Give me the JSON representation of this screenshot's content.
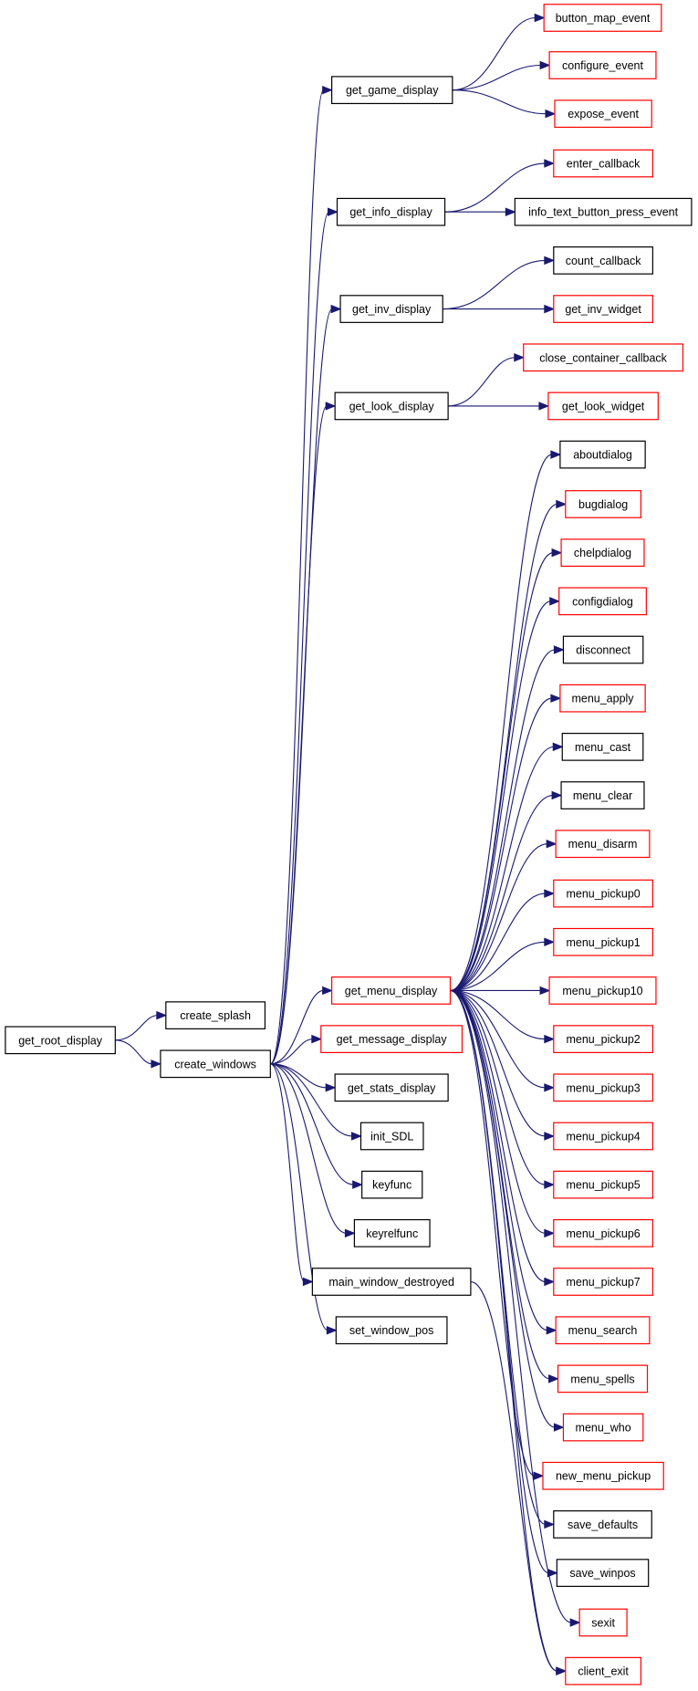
{
  "colors": {
    "edge": "#191970",
    "node_border_default": "#000000",
    "node_border_truncated": "#ff0000",
    "root_fill": "#bfbfbf",
    "background": "#ffffff"
  },
  "nodes": [
    {
      "id": "get_root_display",
      "label": "get_root_display",
      "style": "root"
    },
    {
      "id": "create_splash",
      "label": "create_splash",
      "style": "normal"
    },
    {
      "id": "create_windows",
      "label": "create_windows",
      "style": "normal"
    },
    {
      "id": "get_game_display",
      "label": "get_game_display",
      "style": "normal"
    },
    {
      "id": "get_info_display",
      "label": "get_info_display",
      "style": "normal"
    },
    {
      "id": "get_inv_display",
      "label": "get_inv_display",
      "style": "normal"
    },
    {
      "id": "get_look_display",
      "label": "get_look_display",
      "style": "normal"
    },
    {
      "id": "get_menu_display",
      "label": "get_menu_display",
      "style": "truncated"
    },
    {
      "id": "get_message_display",
      "label": "get_message_display",
      "style": "truncated"
    },
    {
      "id": "get_stats_display",
      "label": "get_stats_display",
      "style": "normal"
    },
    {
      "id": "init_SDL",
      "label": "init_SDL",
      "style": "normal"
    },
    {
      "id": "keyfunc",
      "label": "keyfunc",
      "style": "normal"
    },
    {
      "id": "keyrelfunc",
      "label": "keyrelfunc",
      "style": "normal"
    },
    {
      "id": "main_window_destroyed",
      "label": "main_window_destroyed",
      "style": "normal"
    },
    {
      "id": "set_window_pos",
      "label": "set_window_pos",
      "style": "normal"
    },
    {
      "id": "button_map_event",
      "label": "button_map_event",
      "style": "truncated"
    },
    {
      "id": "configure_event",
      "label": "configure_event",
      "style": "truncated"
    },
    {
      "id": "expose_event",
      "label": "expose_event",
      "style": "truncated"
    },
    {
      "id": "enter_callback",
      "label": "enter_callback",
      "style": "truncated"
    },
    {
      "id": "info_text_button_press_event",
      "label": "info_text_button_press_event",
      "style": "normal"
    },
    {
      "id": "count_callback",
      "label": "count_callback",
      "style": "normal"
    },
    {
      "id": "get_inv_widget",
      "label": "get_inv_widget",
      "style": "truncated"
    },
    {
      "id": "close_container_callback",
      "label": "close_container_callback",
      "style": "truncated"
    },
    {
      "id": "get_look_widget",
      "label": "get_look_widget",
      "style": "truncated"
    },
    {
      "id": "aboutdialog",
      "label": "aboutdialog",
      "style": "normal"
    },
    {
      "id": "bugdialog",
      "label": "bugdialog",
      "style": "truncated"
    },
    {
      "id": "chelpdialog",
      "label": "chelpdialog",
      "style": "truncated"
    },
    {
      "id": "configdialog",
      "label": "configdialog",
      "style": "truncated"
    },
    {
      "id": "disconnect",
      "label": "disconnect",
      "style": "normal"
    },
    {
      "id": "menu_apply",
      "label": "menu_apply",
      "style": "truncated"
    },
    {
      "id": "menu_cast",
      "label": "menu_cast",
      "style": "normal"
    },
    {
      "id": "menu_clear",
      "label": "menu_clear",
      "style": "normal"
    },
    {
      "id": "menu_disarm",
      "label": "menu_disarm",
      "style": "truncated"
    },
    {
      "id": "menu_pickup0",
      "label": "menu_pickup0",
      "style": "truncated"
    },
    {
      "id": "menu_pickup1",
      "label": "menu_pickup1",
      "style": "truncated"
    },
    {
      "id": "menu_pickup10",
      "label": "menu_pickup10",
      "style": "truncated"
    },
    {
      "id": "menu_pickup2",
      "label": "menu_pickup2",
      "style": "truncated"
    },
    {
      "id": "menu_pickup3",
      "label": "menu_pickup3",
      "style": "truncated"
    },
    {
      "id": "menu_pickup4",
      "label": "menu_pickup4",
      "style": "truncated"
    },
    {
      "id": "menu_pickup5",
      "label": "menu_pickup5",
      "style": "truncated"
    },
    {
      "id": "menu_pickup6",
      "label": "menu_pickup6",
      "style": "truncated"
    },
    {
      "id": "menu_pickup7",
      "label": "menu_pickup7",
      "style": "truncated"
    },
    {
      "id": "menu_search",
      "label": "menu_search",
      "style": "truncated"
    },
    {
      "id": "menu_spells",
      "label": "menu_spells",
      "style": "truncated"
    },
    {
      "id": "menu_who",
      "label": "menu_who",
      "style": "truncated"
    },
    {
      "id": "new_menu_pickup",
      "label": "new_menu_pickup",
      "style": "truncated"
    },
    {
      "id": "save_defaults",
      "label": "save_defaults",
      "style": "normal"
    },
    {
      "id": "save_winpos",
      "label": "save_winpos",
      "style": "normal"
    },
    {
      "id": "sexit",
      "label": "sexit",
      "style": "truncated"
    },
    {
      "id": "client_exit",
      "label": "client_exit",
      "style": "truncated"
    }
  ],
  "edges": [
    [
      "get_root_display",
      "create_splash"
    ],
    [
      "get_root_display",
      "create_windows"
    ],
    [
      "create_windows",
      "get_game_display"
    ],
    [
      "create_windows",
      "get_info_display"
    ],
    [
      "create_windows",
      "get_inv_display"
    ],
    [
      "create_windows",
      "get_look_display"
    ],
    [
      "create_windows",
      "get_menu_display"
    ],
    [
      "create_windows",
      "get_message_display"
    ],
    [
      "create_windows",
      "get_stats_display"
    ],
    [
      "create_windows",
      "init_SDL"
    ],
    [
      "create_windows",
      "keyfunc"
    ],
    [
      "create_windows",
      "keyrelfunc"
    ],
    [
      "create_windows",
      "main_window_destroyed"
    ],
    [
      "create_windows",
      "set_window_pos"
    ],
    [
      "get_game_display",
      "button_map_event"
    ],
    [
      "get_game_display",
      "configure_event"
    ],
    [
      "get_game_display",
      "expose_event"
    ],
    [
      "get_info_display",
      "enter_callback"
    ],
    [
      "get_info_display",
      "info_text_button_press_event"
    ],
    [
      "get_inv_display",
      "count_callback"
    ],
    [
      "get_inv_display",
      "get_inv_widget"
    ],
    [
      "get_look_display",
      "close_container_callback"
    ],
    [
      "get_look_display",
      "get_look_widget"
    ],
    [
      "get_menu_display",
      "aboutdialog"
    ],
    [
      "get_menu_display",
      "bugdialog"
    ],
    [
      "get_menu_display",
      "chelpdialog"
    ],
    [
      "get_menu_display",
      "configdialog"
    ],
    [
      "get_menu_display",
      "disconnect"
    ],
    [
      "get_menu_display",
      "menu_apply"
    ],
    [
      "get_menu_display",
      "menu_cast"
    ],
    [
      "get_menu_display",
      "menu_clear"
    ],
    [
      "get_menu_display",
      "menu_disarm"
    ],
    [
      "get_menu_display",
      "menu_pickup0"
    ],
    [
      "get_menu_display",
      "menu_pickup1"
    ],
    [
      "get_menu_display",
      "menu_pickup10"
    ],
    [
      "get_menu_display",
      "menu_pickup2"
    ],
    [
      "get_menu_display",
      "menu_pickup3"
    ],
    [
      "get_menu_display",
      "menu_pickup4"
    ],
    [
      "get_menu_display",
      "menu_pickup5"
    ],
    [
      "get_menu_display",
      "menu_pickup6"
    ],
    [
      "get_menu_display",
      "menu_pickup7"
    ],
    [
      "get_menu_display",
      "menu_search"
    ],
    [
      "get_menu_display",
      "menu_spells"
    ],
    [
      "get_menu_display",
      "menu_who"
    ],
    [
      "get_menu_display",
      "new_menu_pickup"
    ],
    [
      "get_menu_display",
      "save_defaults"
    ],
    [
      "get_menu_display",
      "save_winpos"
    ],
    [
      "get_menu_display",
      "sexit"
    ],
    [
      "get_menu_display",
      "client_exit"
    ],
    [
      "main_window_destroyed",
      "client_exit"
    ]
  ]
}
